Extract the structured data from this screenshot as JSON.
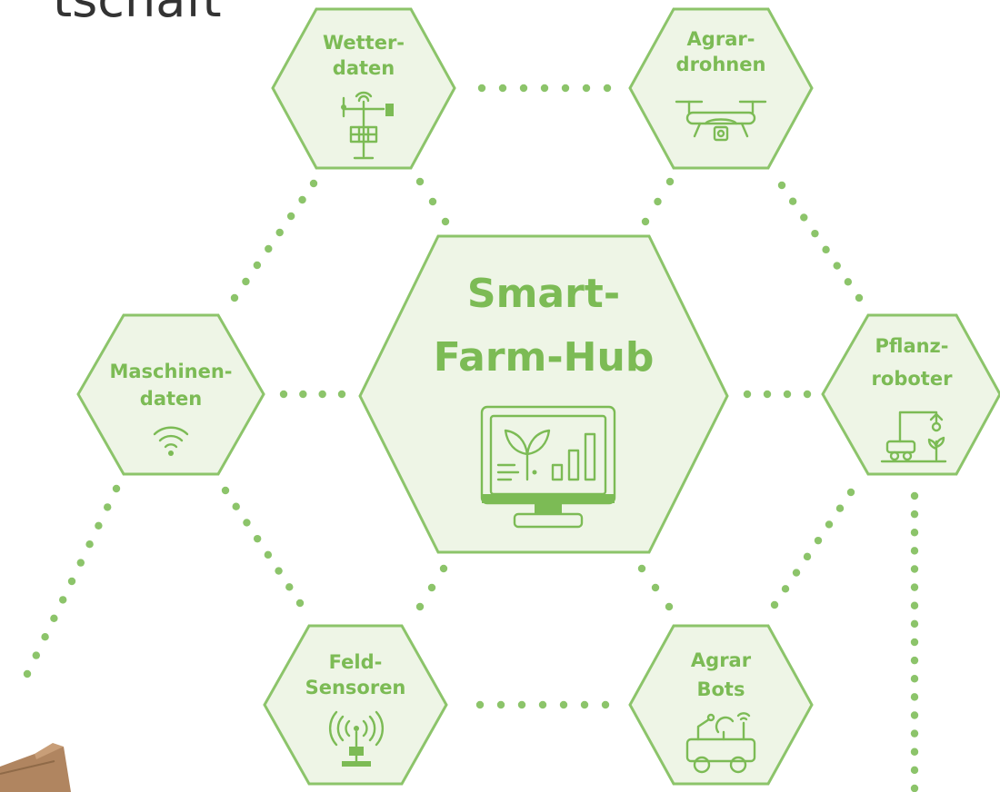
{
  "page": {
    "cut_off_title": "tschaft"
  },
  "colors": {
    "hex_stroke": "#8cc46a",
    "hex_fill": "#eef5e6",
    "label": "#7cbb55",
    "connector_dots": "#8cc46a"
  },
  "hub": {
    "line1": "Smart-",
    "line2": "Farm-Hub",
    "icon": "monitor-plant-chart-icon"
  },
  "nodes": {
    "wetter": {
      "line1": "Wetter-",
      "line2": "daten",
      "icon": "weather-station-icon"
    },
    "drohnen": {
      "line1": "Agrar-",
      "line2": "drohnen",
      "icon": "drone-icon"
    },
    "maschinen": {
      "line1": "Maschinen-",
      "line2": "daten",
      "icon": "wifi-icon"
    },
    "pflanz": {
      "line1": "Pflanz-",
      "line2": "roboter",
      "icon": "robot-arm-icon"
    },
    "feld": {
      "line1": "Feld-",
      "line2": "Sensoren",
      "icon": "antenna-sensor-icon"
    },
    "bots": {
      "line1": "Agrar",
      "line2": "Bots",
      "icon": "rover-bot-icon"
    }
  }
}
